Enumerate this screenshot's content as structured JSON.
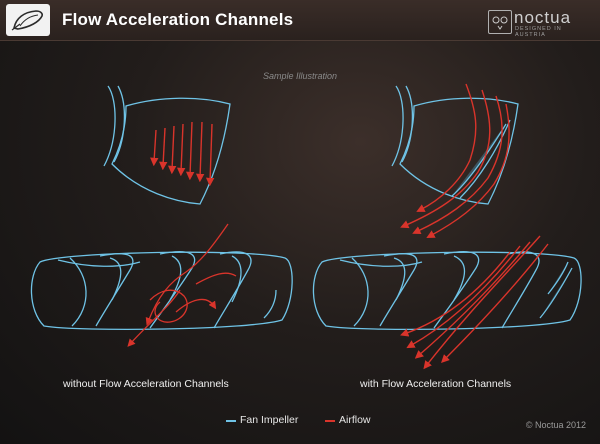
{
  "header": {
    "title": "Flow Acceleration Channels",
    "brand_name": "noctua",
    "brand_tagline": "DESIGNED IN AUSTRIA"
  },
  "diagram": {
    "sample_label": "Sample Illustration",
    "caption_left": "without Flow Acceleration Channels",
    "caption_right": "with Flow Acceleration Channels"
  },
  "legend": {
    "items": [
      {
        "label": "Fan Impeller",
        "color": "#6fc3e6"
      },
      {
        "label": "Airflow",
        "color": "#d9342b"
      }
    ]
  },
  "footer": {
    "copyright": "© Noctua 2012"
  }
}
